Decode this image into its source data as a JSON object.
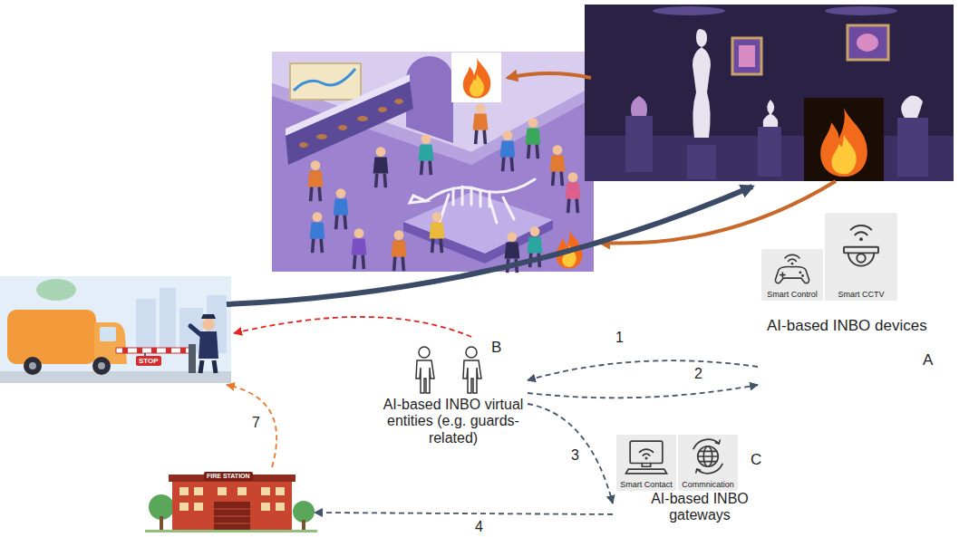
{
  "diagram": {
    "nodes": [
      {
        "text": [
          "AI-based INBO devices",
          "A"
        ]
      },
      {
        "text": [
          "Smart Control"
        ],
        "in": 0
      },
      {
        "text": [
          "Smart CCTV"
        ],
        "in": 0
      },
      {
        "text": [
          "B",
          "AI-based INBO virtual entities (e.g. guards-related)"
        ]
      },
      {
        "text": [
          "C",
          "AI-based INBO gateways"
        ]
      },
      {
        "text": [
          "Smart Contact"
        ],
        "in": 4
      },
      {
        "text": [
          "Commnication"
        ],
        "in": 4
      },
      {
        "text": [
          "STOP"
        ]
      },
      {
        "text": [
          "FIRE STATION"
        ]
      }
    ],
    "edges": [
      {
        "from": 0,
        "to": 3,
        "arrow": "to",
        "label": "1"
      },
      {
        "from": 3,
        "to": 0,
        "arrow": "to",
        "label": "2"
      },
      {
        "from": 3,
        "to": 4,
        "arrow": "to",
        "label": "3"
      },
      {
        "from": 4,
        "to": 8,
        "arrow": "to",
        "label": "4"
      },
      {
        "from": 3,
        "to": 7,
        "arrow": "to"
      },
      {
        "from": 8,
        "to": 7,
        "arrow": "to",
        "label": "7"
      }
    ]
  }
}
